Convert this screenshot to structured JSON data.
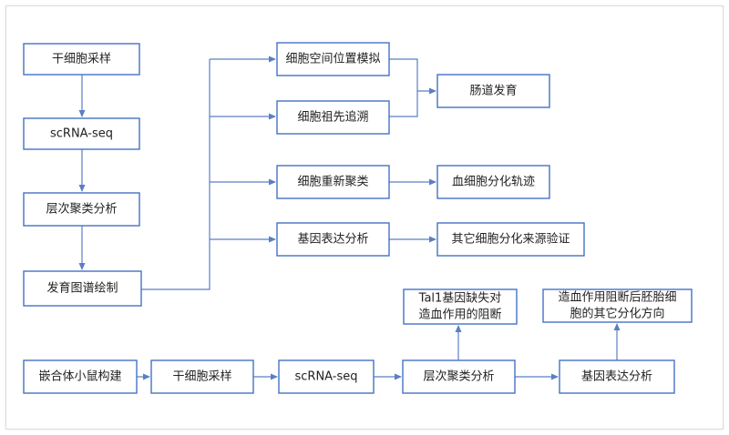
{
  "diagram": {
    "colors": {
      "border": "#4472c4",
      "arrow": "#5b7fc4",
      "text": "#222222"
    },
    "nodes": {
      "stem_sampling": "干细胞采样",
      "scrna_seq": "scRNA-seq",
      "hier_cluster": "层次聚类分析",
      "dev_map": "发育图谱绘制",
      "spatial_sim": "细胞空间位置模拟",
      "ancestor_trace": "细胞祖先追溯",
      "gut_dev": "肠道发育",
      "recluster": "细胞重新聚类",
      "blood_traj": "血细胞分化轨迹",
      "gene_expr_top": "基因表达分析",
      "other_verify": "其它细胞分化来源验证",
      "chimera": "嵌合体小鼠构建",
      "stem_sampling2": "干细胞采样",
      "scrna_seq2": "scRNA-seq",
      "hier_cluster2": "层次聚类分析",
      "gene_expr2": "基因表达分析",
      "tal1_line1": "Tal1基因缺失对",
      "tal1_line2": "造血作用的阻断",
      "hema_line1": "造血作用阻断后胚胎细",
      "hema_line2": "胞的其它分化方向"
    }
  }
}
